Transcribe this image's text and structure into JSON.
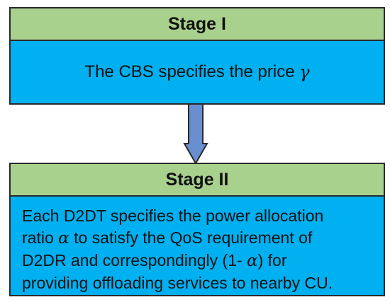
{
  "colors": {
    "header_bg": "#a9d18e",
    "body_bg": "#00b0f0",
    "arrow_fill": "#6a8fd0",
    "border": "#2a2a2a"
  },
  "stage1": {
    "title": "Stage I",
    "text": "The CBS specifies the price",
    "symbol": "γ"
  },
  "stage2": {
    "title": "Stage II",
    "line1": "Each D2DT specifies the power allocation",
    "line2_pre": "ratio ",
    "alpha": "α",
    "line2_post": " to satisfy the QoS requirement of",
    "line3_pre": "D2DR and correspondingly (1- ",
    "line3_post": ") for",
    "line4": "providing offloading services to nearby CU."
  }
}
